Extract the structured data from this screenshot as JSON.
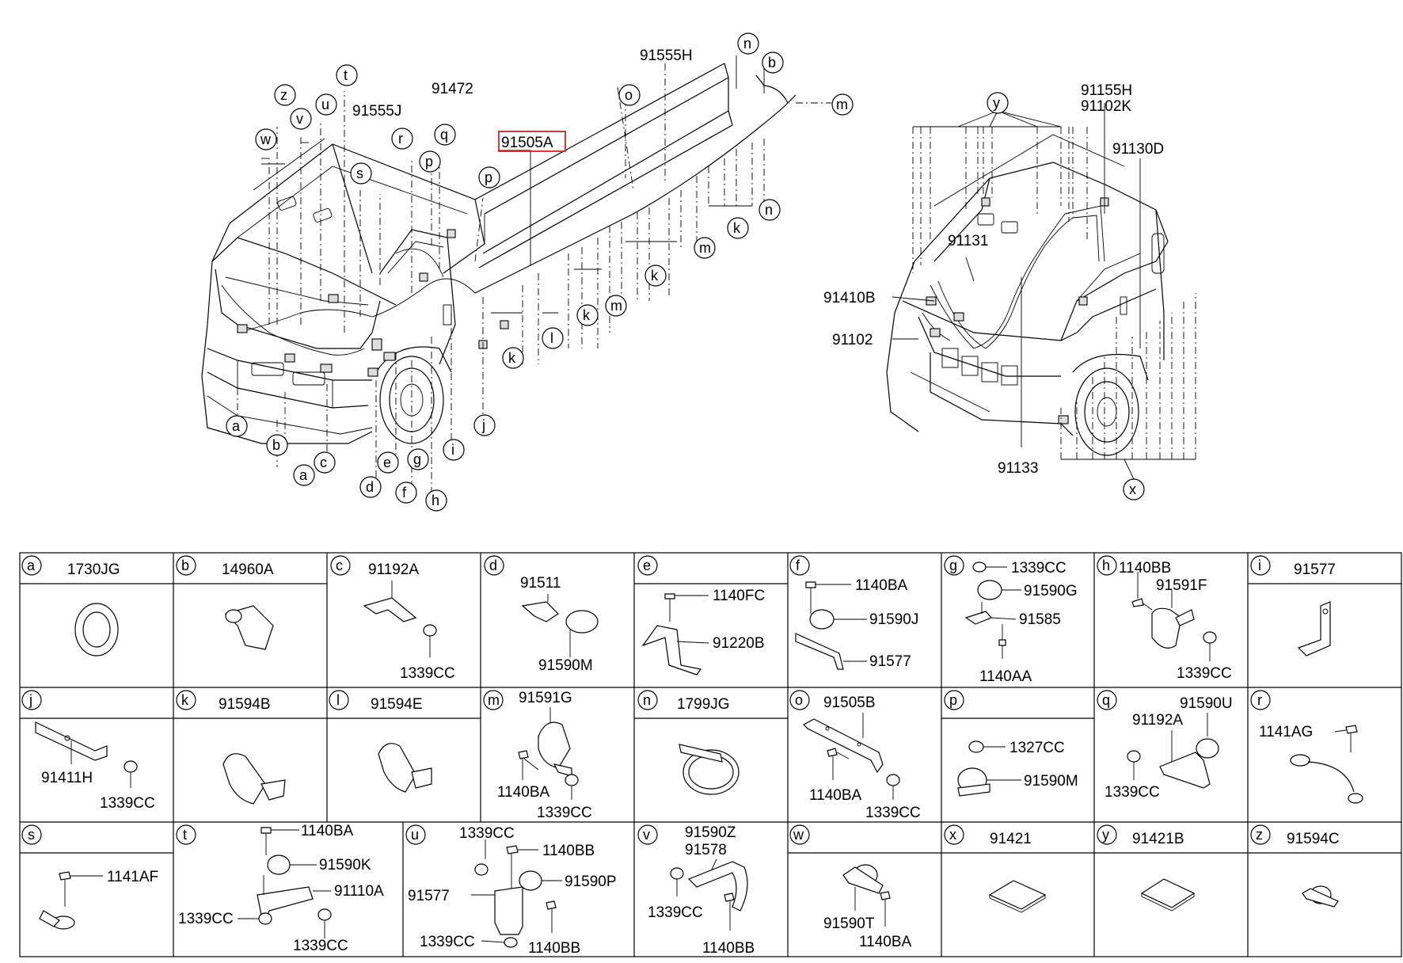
{
  "highlighted_part": "91505A",
  "main_labels": {
    "harness_long": "91555H",
    "harness_short": "91555J",
    "harness_mid": "91472",
    "highlight": "91505A",
    "right_top1": "91155H",
    "right_top2": "91102K",
    "right_side": "91130D",
    "right_cab": "91131",
    "right_left1": "91410B",
    "right_left2": "91102",
    "right_bottom": "91133"
  },
  "callouts": {
    "a": "a",
    "b": "b",
    "c": "c",
    "d": "d",
    "e": "e",
    "f": "f",
    "g": "g",
    "h": "h",
    "i": "i",
    "j": "j",
    "k": "k",
    "l": "l",
    "m": "m",
    "n": "n",
    "o": "o",
    "p": "p",
    "q": "q",
    "r": "r",
    "s": "s",
    "t": "t",
    "u": "u",
    "v": "v",
    "w": "w",
    "x": "x",
    "y": "y",
    "z": "z"
  },
  "table": {
    "a": {
      "letter": "a",
      "title": "1730JG"
    },
    "b": {
      "letter": "b",
      "title": "14960A"
    },
    "c": {
      "letter": "c",
      "title": "91192A",
      "p1": "1339CC"
    },
    "d": {
      "letter": "d",
      "title": "91511",
      "p1": "91590M"
    },
    "e": {
      "letter": "e",
      "p1": "1140FC",
      "p2": "91220B"
    },
    "f": {
      "letter": "f",
      "p1": "1140BA",
      "p2": "91590J",
      "p3": "91577"
    },
    "g": {
      "letter": "g",
      "p1": "1339CC",
      "p2": "91590G",
      "p3": "91585",
      "p4": "1140AA"
    },
    "h": {
      "letter": "h",
      "p1": "1140BB",
      "p2": "91591F",
      "p3": "1339CC"
    },
    "i": {
      "letter": "i",
      "title": "91577"
    },
    "j": {
      "letter": "j",
      "p1": "91411H",
      "p2": "1339CC"
    },
    "k": {
      "letter": "k",
      "title": "91594B"
    },
    "l": {
      "letter": "l",
      "title": "91594E"
    },
    "m": {
      "letter": "m",
      "p1": "91591G",
      "p2": "1140BA",
      "p3": "1339CC"
    },
    "n": {
      "letter": "n",
      "title": "1799JG"
    },
    "o": {
      "letter": "o",
      "title": "91505B",
      "p1": "1140BA",
      "p2": "1339CC"
    },
    "p": {
      "letter": "p",
      "p1": "1327CC",
      "p2": "91590M"
    },
    "q": {
      "letter": "q",
      "p1": "91590U",
      "p2": "91192A",
      "p3": "1339CC"
    },
    "r": {
      "letter": "r",
      "p1": "1141AG"
    },
    "s": {
      "letter": "s",
      "p1": "1141AF"
    },
    "t": {
      "letter": "t",
      "p1": "1140BA",
      "p2": "91590K",
      "p3": "91110A",
      "p4": "1339CC",
      "p5": "1339CC"
    },
    "u": {
      "letter": "u",
      "p1": "1339CC",
      "p2": "1140BB",
      "p3": "91590P",
      "p4": "91577",
      "p5": "1339CC",
      "p6": "1140BB"
    },
    "v": {
      "letter": "v",
      "p1": "91590Z",
      "p2": "91578",
      "p3": "1339CC",
      "p4": "1140BB"
    },
    "w": {
      "letter": "w",
      "p1": "91590T",
      "p2": "1140BA"
    },
    "x": {
      "letter": "x",
      "title": "91421"
    },
    "y": {
      "letter": "y",
      "title": "91421B"
    },
    "z": {
      "letter": "z",
      "title": "91594C"
    }
  }
}
